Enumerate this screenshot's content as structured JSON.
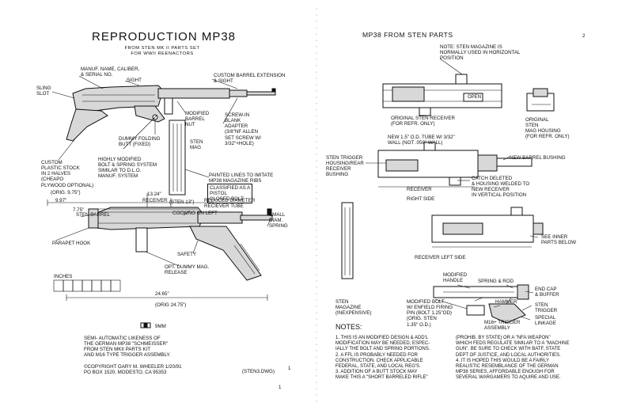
{
  "left_page": {
    "title": "REPRODUCTION MP38",
    "subtitle": "FROM STEN MK II PARTS SET\nFOR WWII REENACTORS",
    "labels": {
      "manuf": "MANUF. NAME, CALIBER,\n& SERIAL NO.",
      "sight": "SIGHT",
      "sling_slot": "SLING\nSLOT",
      "custom_barrel_ext": "CUSTOM BARREL EXTENSION\n& SIGHT",
      "modified_barrel_nut": "MODIFIED\nBARREL\nNUT",
      "screw_in": "SCREW-IN\nBLANK\nADAPTER\n(3/8\"NF ALLEN\nSET SCREW W/\n3/32\"+HOLE)",
      "dummy_folding_butt": "DUMMY FOLDING\nBUTT (FIXED)",
      "sten_mag": "STEN\nMAG",
      "custom_plastic_stock": "CUSTOM\nPLASTIC STOCK\nIN 2 HALVES\n(CHEAPO\nPLYWOOD OPTIONAL)",
      "highly_modified": "HIGHLY MODIFIED\nBOLT & SPRING SYSTEM\nSIMILAR TO D.L.O.\nMANUF. SYSTEM",
      "painted_lines": "PAINTED LINES TO IMITATE\nMP38 MAGAZINE RIBS",
      "classified": "CLASSIFIED AS A\nPISTOL\nCLOSED BOLT",
      "dim_1324": "13.24\"",
      "orig_975": "(ORIG. 9.75\")",
      "dim_997": "9.97\"",
      "dim_775": "7.75\"",
      "receiver": "RECEIVER",
      "sten_13": "(STEN 13\")",
      "reduced_diameter": "REDUCED DIAMETER\nRECIEVER TUBE",
      "sten_barrel": "STEN BARREL",
      "cocking": "COCKING ON LEFT",
      "small_diam_spring": "SMALL\nDIAM.\nSPRING",
      "parapet_hook": "PARAPET HOOK",
      "safety": "SAFETY",
      "inches": "INCHES",
      "opt_dummy": "OPT. DUMMY MAG.\nRELEASE",
      "dim_2465": "24.65\"",
      "orig_2475": "(ORIG 24.75\")",
      "nine_mm": "9MM",
      "semi_auto": "SEMI- AUTOMATIC LIKENESS OF\nTHE GERMAN MP38 \"SCHMEISSER\"\nFROM STEN MKII PARTS KIT\nAND M16 TYPE TRIGGER ASSEMBLY.",
      "copyright": "©COPYRIGHT GARY M. WHEELER 1/20/91\nPO BOX 1520, MODESTO, CA  95353",
      "sten3": "(STEN3.DWG)",
      "page_corner": "1",
      "page_bottom": "1"
    }
  },
  "right_page": {
    "title": "MP38 FROM STEN PARTS",
    "page_number": "2",
    "labels": {
      "note_mag": "NOTE: STEN MAGAZINE IS\nNORMALLY USED IN HORIZONTAL\nPOSITION",
      "open": "OPEN",
      "orig_receiver": "ORIGINAL STEN RECEIVER\n(FOR REFR. ONLY)",
      "orig_mag_housing": "ORIGINAL\nSTEN\nMAG HOUSING\n(FOR REFR. ONLY)",
      "new_tube": "NEW 1.5\" O.D. TUBE W/ 3/32\"\nWALL (NOT .058\" WALL)",
      "trigger_housing": "STEN TRIGGER\nHOUSING/REAR\nRECEIVER\nBUSHING",
      "new_barrel_bushing": "NEW BARREL BUSHING",
      "receiver": "RECEIVER",
      "catch_deleted": "CATCH DELETED\n& HOUSING WELDED TO\nNEW RECEIVER\nIN VERTICAL POSITION",
      "right_side": "RIGHT SIDE",
      "see_inner": "SEE INNER\nPARTS BELOW",
      "receiver_left": "RECEIVER LEFT SIDE",
      "modified_handle": "MODIFIED\nHANDLE",
      "spring_rod": "SPRING & ROD",
      "end_cap": "END CAP\n& BUFFER",
      "hammer": "HAMMER",
      "sten_trigger": "STEN\nTRIGGER",
      "special_linkage": "SPECIAL\nLINKAGE",
      "m16_trigger": "M16+ TRIGGER\nASSEMBLY",
      "sten_magazine": "STEN\nMAGAZINE\n(INEXPENSIVE)",
      "modified_bolt": "MODIFIED BOLT\nW/ ENFIELD FIRING\nPIN (BOLT 1.25\"OD)\n(ORIG. STEN\n1.35\" O.D.)",
      "notes_heading": "NOTES:",
      "notes_left": "1. THIS IS AN MODIFIED DESIGN & ADD'L\nMODIFICATION MAY BE NEEDED, ESPEC-\nIALLY THE BOLT AND SPRING PORTIONS.\n2. A FFL IS PROBABLY NEEDED FOR\nCONSTRUCTION. CHECK APPLICABLE\nFEDERAL, STATE, AND LOCAL REG'S.\n3. ADDITION OF A BUTT STOCK MAY\nMAKE THIS A \"SHORT BARRELED RIFLE\"",
      "notes_right": "(PROHIB. BY STATE) OR A \"NFA WEAPON\"\nWHICH FEDS REGULATE SIMILAR TO A \"MACHINE\nGUN\".  BE SURE TO CHECK WITH BATF, STATE\nDEPT OF JUSTICE, AND LOCAL AUTHORITIES.\n4. IT IS HOPED THIS WOULD BE A FAIRLY\nREALISTIC RESEMBLANCE OF THE GERMAN\nMP38 SERIES, AFFORDABLE ENOUGH FOR\nSEVERAL WARGAMERS TO AQUIRE AND USE."
    }
  }
}
